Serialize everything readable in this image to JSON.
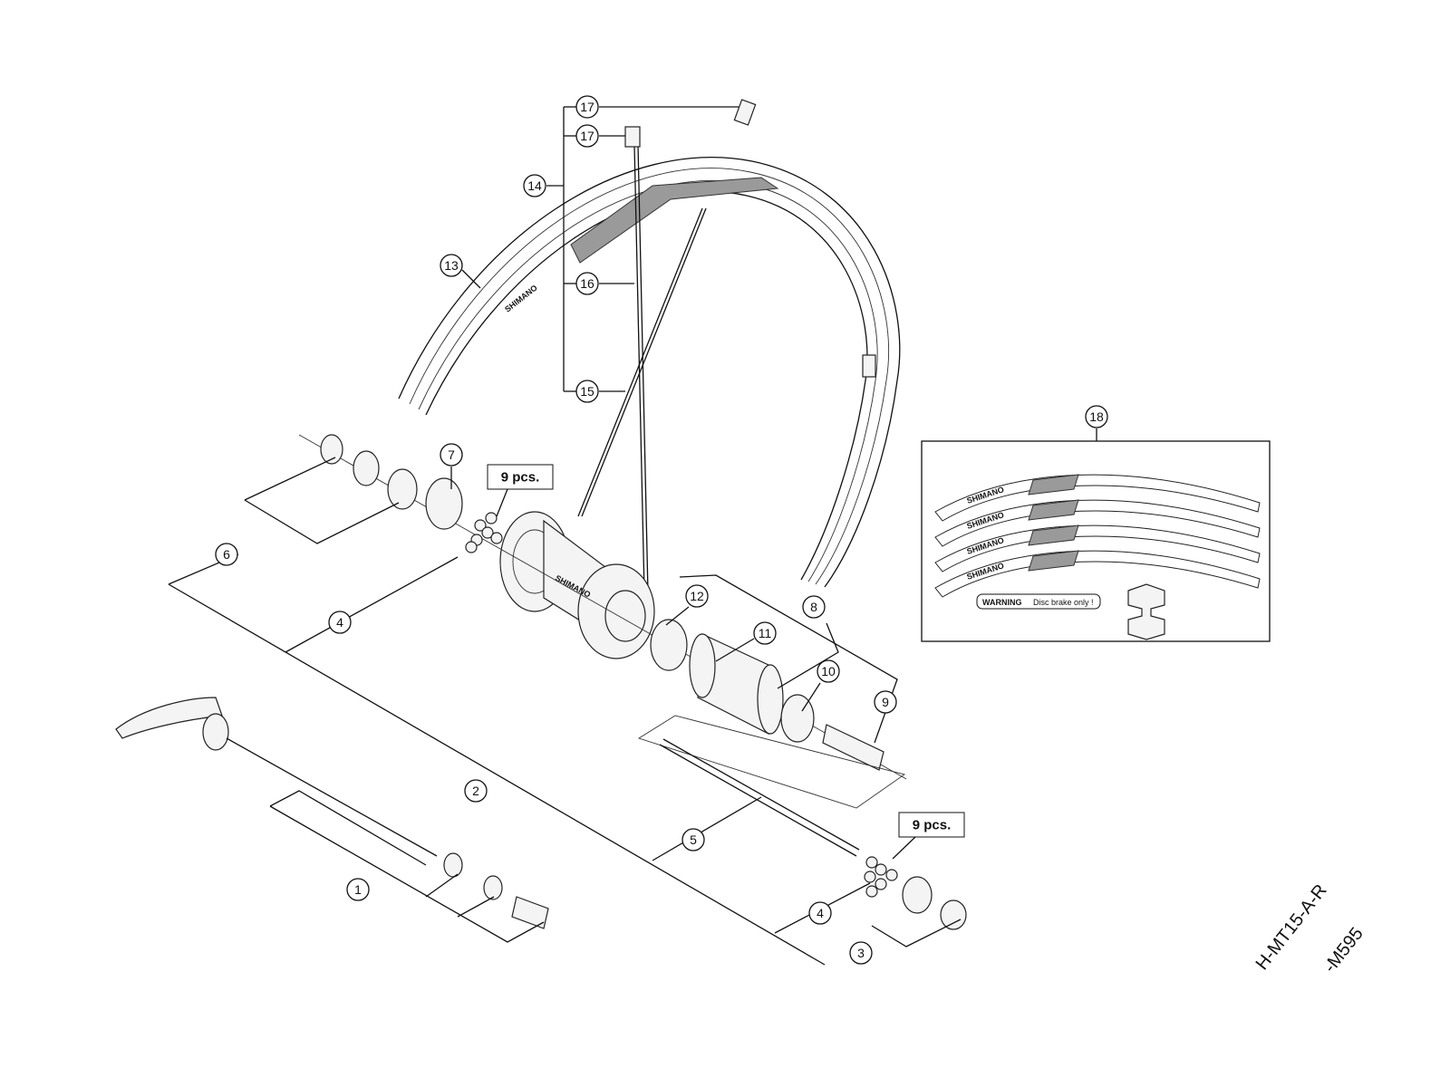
{
  "diagram": {
    "callouts": [
      "17",
      "17",
      "14",
      "13",
      "16",
      "15",
      "7",
      "6",
      "4",
      "12",
      "8",
      "11",
      "10",
      "9",
      "2",
      "5",
      "1",
      "4",
      "3",
      "18"
    ],
    "quantity_labels": [
      "9 pcs.",
      "9 pcs."
    ],
    "hub_brand": "SHIMANO",
    "model_codes": [
      "H-MT15-A-R",
      "-M595"
    ],
    "decal_set": {
      "brand": "SHIMANO",
      "warning": "WARNING",
      "warning_note": "Disc brake only !"
    }
  }
}
